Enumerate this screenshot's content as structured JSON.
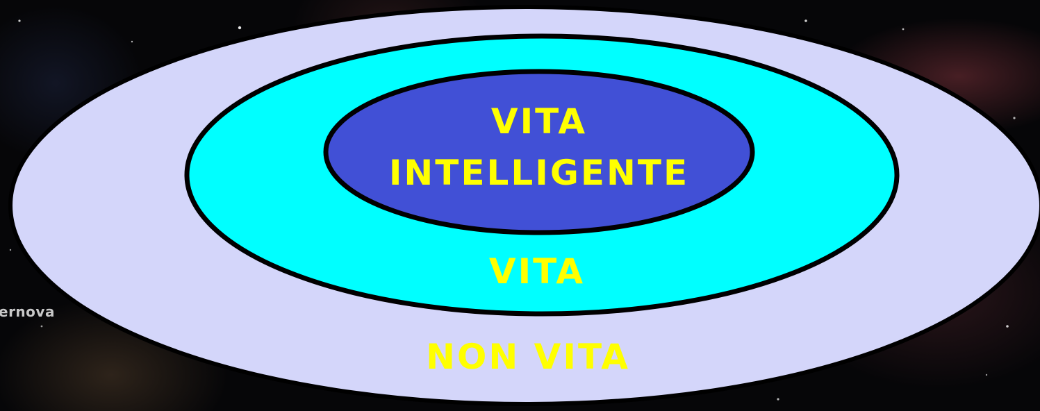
{
  "background_fragment_text": "ernova",
  "labels": {
    "inner_line1": "VITA",
    "inner_line2": "INTELLIGENTE",
    "middle": "VITA",
    "outer": "NON VITA"
  },
  "colors": {
    "outer_fill": "#d4d6fa",
    "middle_fill": "#00ffff",
    "inner_fill": "#4150d6",
    "label_text": "#ffff00",
    "outline": "#000000"
  }
}
